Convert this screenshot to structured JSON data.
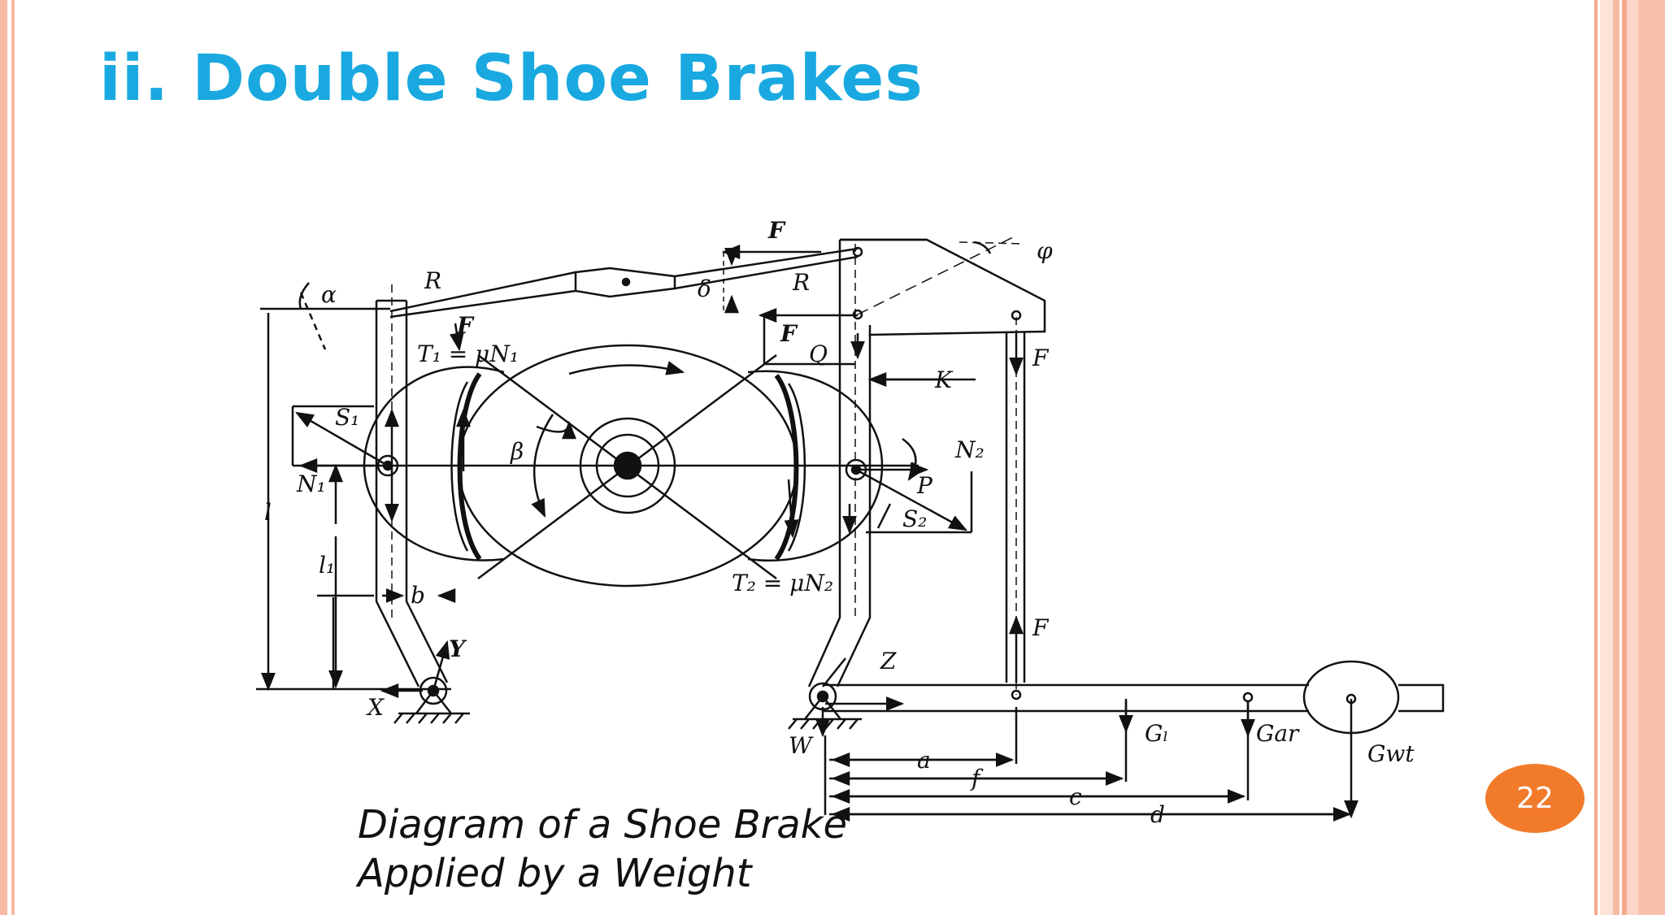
{
  "slide": {
    "title": "ii. Double Shoe Brakes",
    "caption_line1": "Diagram of a Shoe Brake",
    "caption_line2": "Applied by a Weight",
    "page_number": "22",
    "colors": {
      "title": "#19a9e0",
      "badge": "#f27b2b",
      "border": "#f7b9a3"
    }
  },
  "diagram": {
    "labels": {
      "F1_top": "F",
      "phi": "φ",
      "alpha": "α",
      "R_left": "R",
      "R_right": "R",
      "delta": "δ",
      "F1_left": "F",
      "F1_right": "F",
      "Q": "Q",
      "T1": "T₁ = μN₁",
      "F_upper": "F",
      "K": "K",
      "S1": "S₁",
      "beta": "β",
      "N2": "N₂",
      "N1": "N₁",
      "P": "P",
      "S2": "S₂",
      "l": "l",
      "l1": "l₁",
      "T2": "T₂ = μN₂",
      "b": "b",
      "F_lower": "F",
      "Y": "Y",
      "Z": "Z",
      "X": "X",
      "W": "W",
      "Gl": "Gₗ",
      "Gar": "Gar",
      "Gwt": "Gwt",
      "a": "a",
      "f": "f",
      "c": "c",
      "d": "d"
    }
  }
}
